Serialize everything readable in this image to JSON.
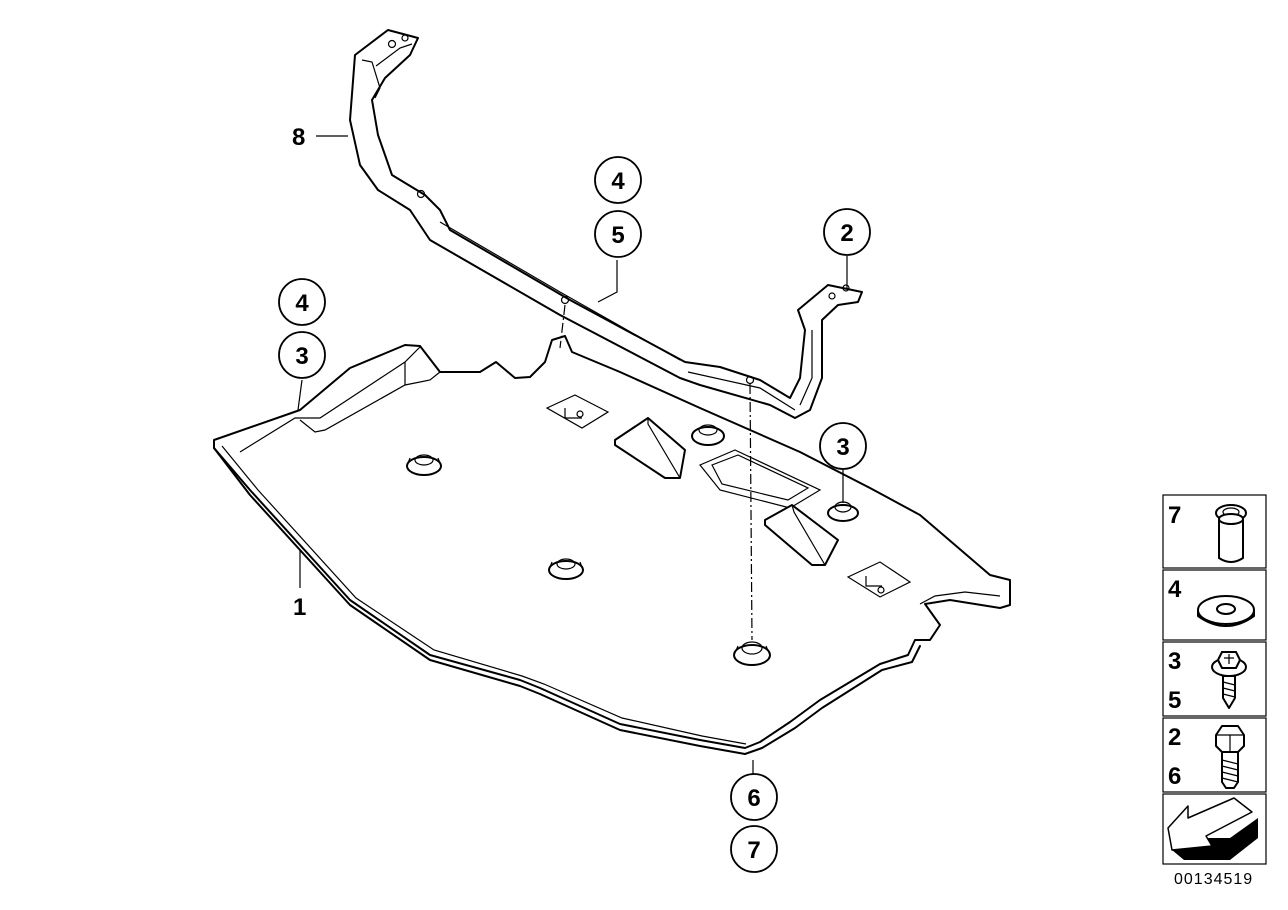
{
  "diagram": {
    "part_labels": {
      "p1": "1",
      "p8": "8"
    },
    "callouts": {
      "upper_4": "4",
      "upper_5": "5",
      "right_2": "2",
      "left_4": "4",
      "left_3": "3",
      "right_3": "3",
      "bottom_6": "6",
      "bottom_7": "7"
    },
    "legend": {
      "rows": [
        {
          "labels": [
            "7"
          ],
          "icon": "rivet-nut-icon"
        },
        {
          "labels": [
            "4"
          ],
          "icon": "washer-icon"
        },
        {
          "labels": [
            "3",
            "5"
          ],
          "icon": "flange-screw-icon"
        },
        {
          "labels": [
            "2",
            "6"
          ],
          "icon": "hex-bolt-icon"
        },
        {
          "labels": [],
          "icon": "direction-arrow-icon"
        }
      ]
    },
    "drawing_number": "00134519"
  }
}
